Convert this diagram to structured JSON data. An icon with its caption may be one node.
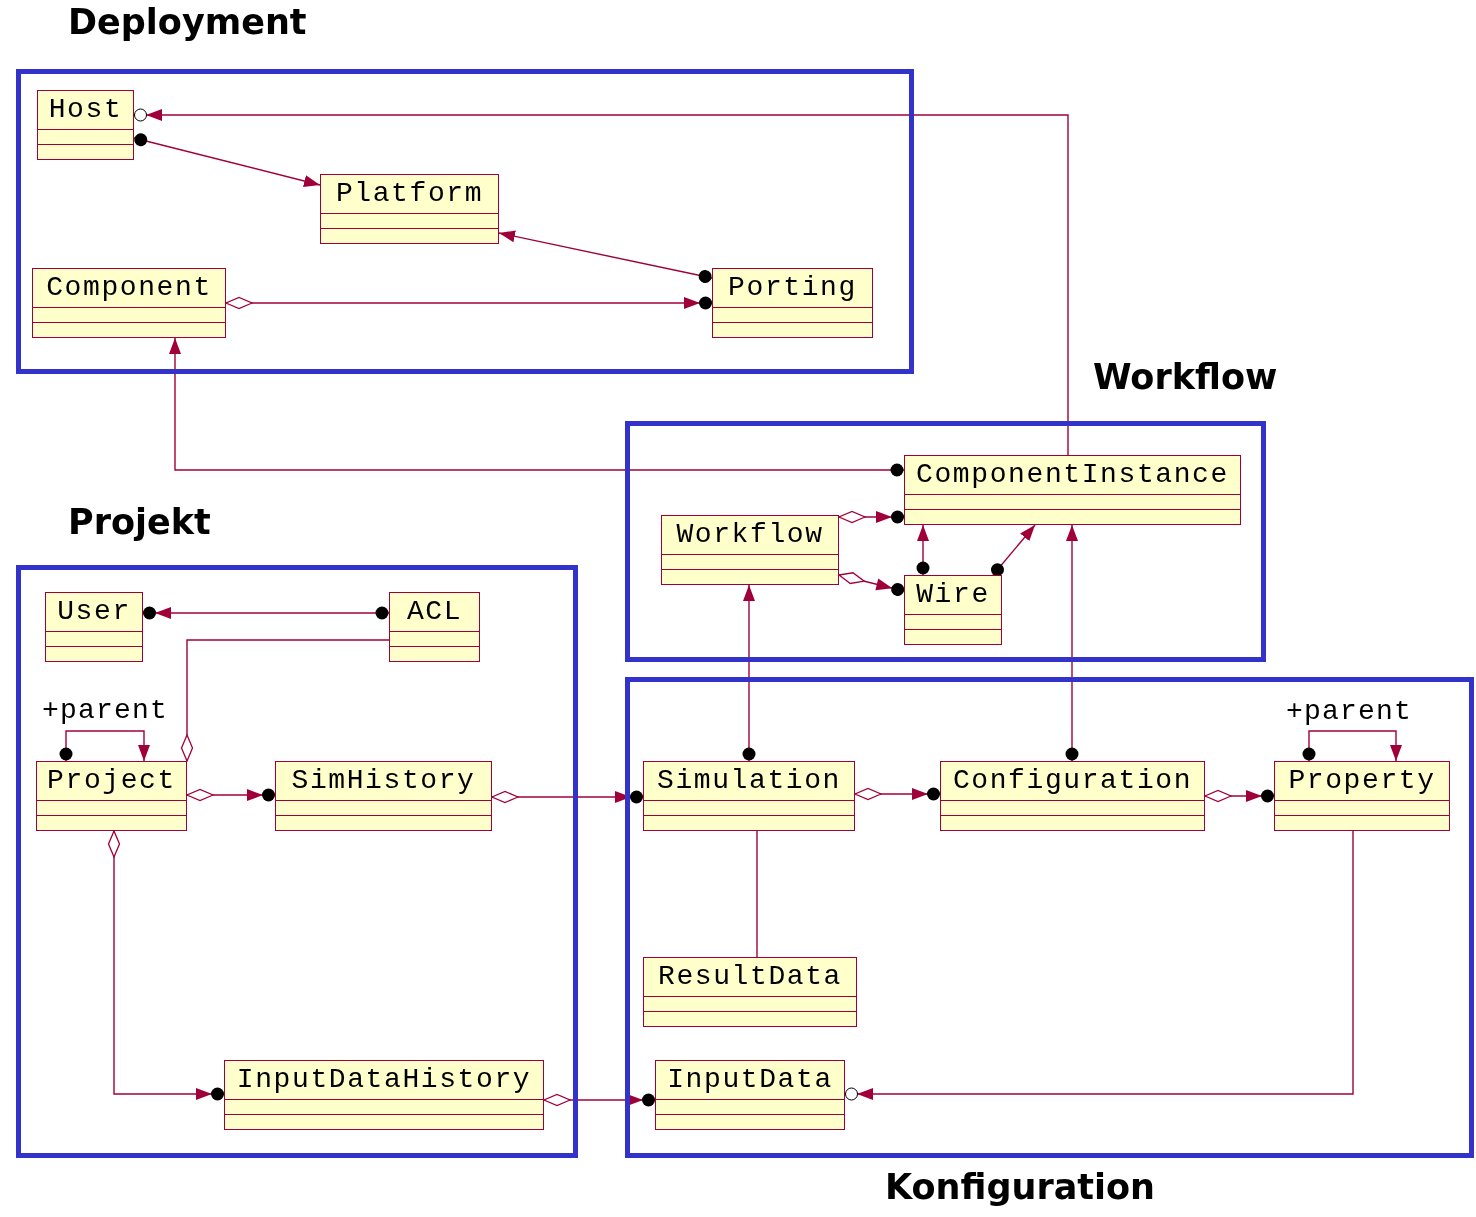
{
  "diagram": {
    "nodes": [
      {
        "text": [
          "Deployment"
        ]
      },
      {
        "text": [
          "Host"
        ],
        "in": 0
      },
      {
        "text": [
          "Platform"
        ],
        "in": 0
      },
      {
        "text": [
          "Component"
        ],
        "in": 0
      },
      {
        "text": [
          "Porting"
        ],
        "in": 0
      },
      {
        "text": [
          "Workflow"
        ]
      },
      {
        "text": [
          "ComponentInstance"
        ],
        "in": 5
      },
      {
        "text": [
          "Workflow"
        ],
        "in": 5
      },
      {
        "text": [
          "Wire"
        ],
        "in": 5
      },
      {
        "text": [
          "Projekt"
        ]
      },
      {
        "text": [
          "User"
        ],
        "in": 9
      },
      {
        "text": [
          "ACL"
        ],
        "in": 9
      },
      {
        "text": [
          "Project"
        ],
        "in": 9
      },
      {
        "text": [
          "SimHistory"
        ],
        "in": 9
      },
      {
        "text": [
          "InputDataHistory"
        ],
        "in": 9
      },
      {
        "text": [
          "Konfiguration"
        ]
      },
      {
        "text": [
          "Simulation"
        ],
        "in": 15
      },
      {
        "text": [
          "Configuration"
        ],
        "in": 15
      },
      {
        "text": [
          "Property"
        ],
        "in": 15
      },
      {
        "text": [
          "ResultData"
        ],
        "in": 15
      },
      {
        "text": [
          "InputData"
        ],
        "in": 15
      }
    ],
    "edges": [
      {
        "from": 6,
        "to": 1,
        "arrow": "to"
      },
      {
        "from": 1,
        "to": 2,
        "arrow": "to"
      },
      {
        "from": 4,
        "to": 2,
        "arrow": "to"
      },
      {
        "from": 3,
        "to": 4,
        "arrow": "to"
      },
      {
        "from": 6,
        "to": 3,
        "arrow": "to"
      },
      {
        "from": 7,
        "to": 6,
        "arrow": "to"
      },
      {
        "from": 7,
        "to": 8,
        "arrow": "to"
      },
      {
        "from": 8,
        "to": 6,
        "arrow": "to"
      },
      {
        "from": 8,
        "to": 6,
        "arrow": "to"
      },
      {
        "from": 16,
        "to": 7,
        "arrow": "to"
      },
      {
        "from": 17,
        "to": 6,
        "arrow": "to"
      },
      {
        "from": 11,
        "to": 10,
        "arrow": "to"
      },
      {
        "from": 12,
        "to": 11,
        "arrow": "other"
      },
      {
        "from": 12,
        "to": 12,
        "arrow": "to",
        "label": "+parent"
      },
      {
        "from": 12,
        "to": 13,
        "arrow": "to"
      },
      {
        "from": 12,
        "to": 14,
        "arrow": "to"
      },
      {
        "from": 13,
        "to": 16,
        "arrow": "to"
      },
      {
        "from": 14,
        "to": 20,
        "arrow": "to"
      },
      {
        "from": 16,
        "to": 17,
        "arrow": "to"
      },
      {
        "from": 17,
        "to": 18,
        "arrow": "to"
      },
      {
        "from": 18,
        "to": 18,
        "arrow": "to",
        "label": "+parent"
      },
      {
        "from": 18,
        "to": 20,
        "arrow": "to"
      },
      {
        "from": 16,
        "to": 19,
        "arrow": "none"
      }
    ]
  }
}
